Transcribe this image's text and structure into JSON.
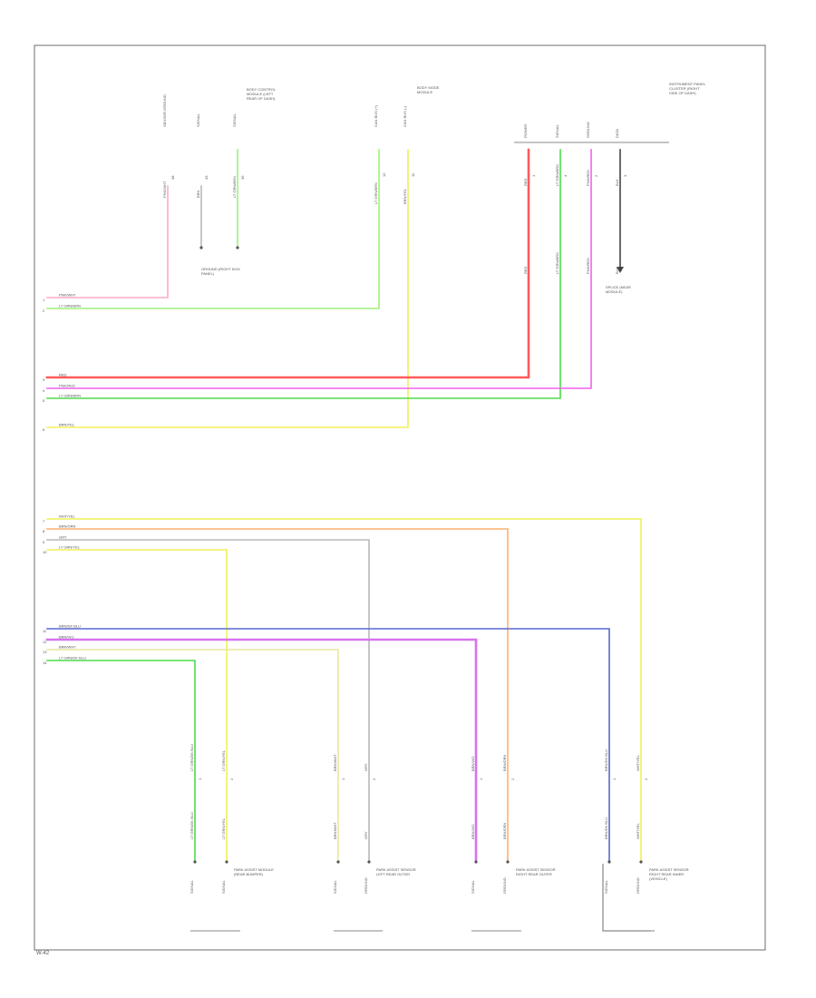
{
  "corner_label": "W-42",
  "colors": {
    "pink": "#ffaac8",
    "red": "#ff5a5a",
    "light_green": "#9cf27c",
    "green": "#4ddb4d",
    "yellow": "#f0f05a",
    "pale_yellow": "#e8e6a0",
    "orange": "#ffb070",
    "gray": "#b8b8b8",
    "blue": "#5a68d0",
    "violet": "#d873ee",
    "magenta": "#f060f0",
    "frame": "#6e6e6e",
    "dark": "#444444"
  },
  "diagram": {
    "left_wires": [
      {
        "num": "1",
        "label": "PNK/WHT",
        "color": "pink"
      },
      {
        "num": "2",
        "label": "LT GRN/BRN",
        "color": "light_green"
      },
      {
        "num": "3",
        "label": "RED",
        "color": "red"
      },
      {
        "num": "4",
        "label": "PNK/RED",
        "color": "pink"
      },
      {
        "num": "5",
        "label": "LT GRN/BRN",
        "color": "green"
      },
      {
        "num": "6",
        "label": "BRN/YEL",
        "color": "pale_yellow"
      },
      {
        "num": "7",
        "label": "WHT/YEL",
        "color": "yellow"
      },
      {
        "num": "8",
        "label": "BRN/ORN",
        "color": "orange"
      },
      {
        "num": "9",
        "label": "GRY",
        "color": "gray"
      },
      {
        "num": "10",
        "label": "LT GRN/YEL",
        "color": "green"
      },
      {
        "num": "11",
        "label": "BRN/DK BLU",
        "color": "blue"
      },
      {
        "num": "12",
        "label": "BRN/VIO",
        "color": "violet"
      },
      {
        "num": "13",
        "label": "BRN/WHT",
        "color": "pale_yellow"
      },
      {
        "num": "14",
        "label": "LT GRN/DK BLU",
        "color": "green"
      }
    ],
    "top_left_connector": {
      "title": "BODY CONTROL MODULE (LEFT REAR OF DASH)",
      "pins": [
        {
          "label": "SENSOR GROUND",
          "wire": "PNK/WHT",
          "num": "38"
        },
        {
          "label": "SIGNAL",
          "wire": "BRN",
          "num": "43"
        },
        {
          "label": "SIGNAL",
          "wire": "LT GRN/BRN",
          "num": "36"
        }
      ]
    },
    "ground_label": "GROUND (RIGHT KICK PANEL)",
    "top_mid_connector": {
      "title": "BODY MODE MODULE",
      "pins": [
        {
          "label": "CAN BUS (+)",
          "wire": "LT GRN/BRN",
          "num": "12"
        },
        {
          "label": "CAN BUS (-)",
          "wire": "BRN/YEL",
          "num": "11"
        }
      ]
    },
    "top_right_connector": {
      "title": "INSTRUMENT PANEL CLUSTER (RIGHT SIDE OF DASH)",
      "pins": [
        {
          "label": "POWER",
          "wire": "RED",
          "num": "1"
        },
        {
          "label": "SIGNAL",
          "wire": "LT GRN/BRN",
          "num": "4"
        },
        {
          "label": "GROUND",
          "wire": "PNK/RED",
          "num": "2"
        },
        {
          "label": "DATA",
          "wire": "BLK",
          "num": "3"
        }
      ]
    },
    "splice_label": "SPLICE (NEAR MODULE)",
    "bottom_sensors": [
      {
        "title": "PARK ASSIST MODULE (REAR BUMPER)",
        "pins": [
          {
            "label": "SIGNAL",
            "wire": "LT GRN/DK BLU",
            "num": "1"
          },
          {
            "label": "SIGNAL",
            "wire": "LT GRN/YEL",
            "num": "2"
          }
        ]
      },
      {
        "title": "PARK ASSIST SENSOR LEFT REAR OUTER",
        "pins": [
          {
            "label": "SIGNAL",
            "wire": "BRN/WHT",
            "num": "1"
          },
          {
            "label": "GROUND",
            "wire": "GRY",
            "num": "2"
          }
        ]
      },
      {
        "title": "PARK ASSIST SENSOR RIGHT REAR OUTER",
        "pins": [
          {
            "label": "SIGNAL",
            "wire": "BRN/VIO",
            "num": "1"
          },
          {
            "label": "GROUND",
            "wire": "BRN/ORN",
            "num": "2"
          }
        ]
      },
      {
        "title": "PARK ASSIST SENSOR RIGHT REAR INNER (VEHICLE)",
        "pins": [
          {
            "label": "SIGNAL",
            "wire": "BRN/DK BLU",
            "num": "1"
          },
          {
            "label": "GROUND",
            "wire": "WHT/YEL",
            "num": "2"
          }
        ]
      }
    ]
  }
}
